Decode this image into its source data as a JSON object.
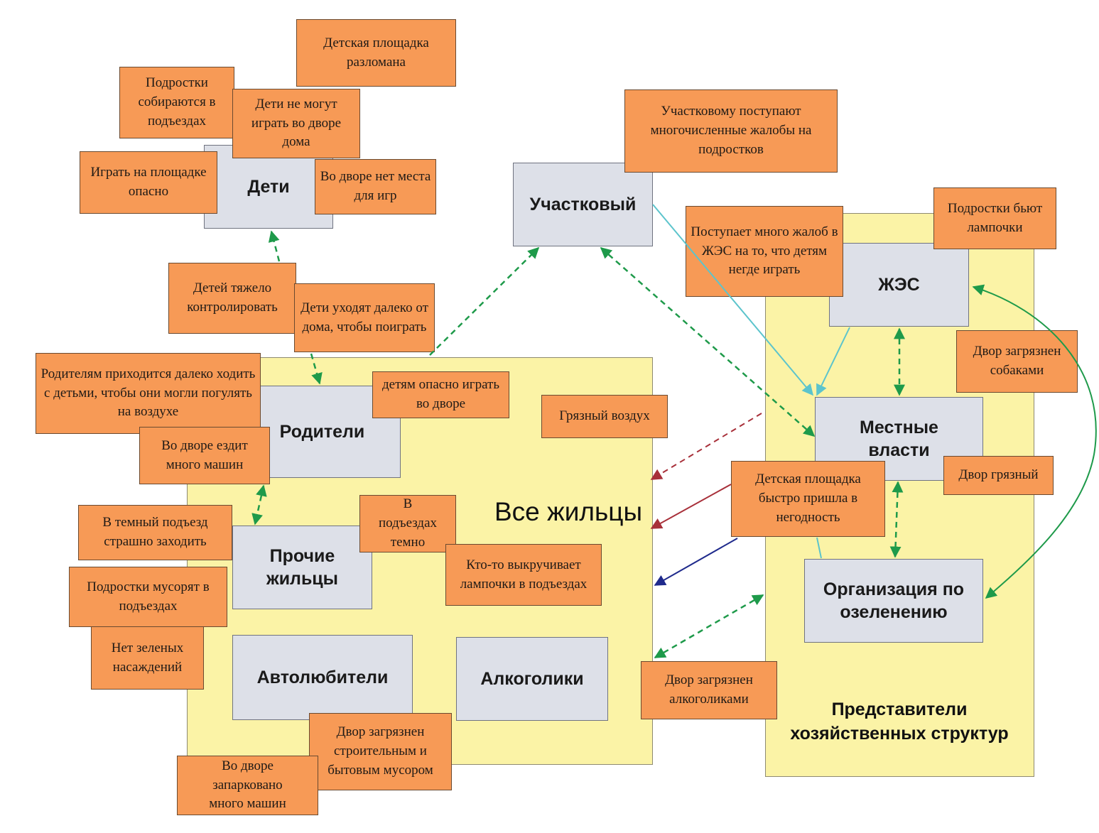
{
  "regions": {
    "all_residents": "Все жильцы",
    "economic_structures": "Представители хозяйственных структур"
  },
  "actors": {
    "children": "Дети",
    "parents": "Родители",
    "other_residents": "Прочие жильцы",
    "car_owners": "Автолюбители",
    "alcoholics": "Алкоголики",
    "district_officer": "Участковый",
    "housing_office": "ЖЭС",
    "local_authorities": "Местные власти",
    "greening_org": "Организация по озеленению"
  },
  "issues": {
    "playground_broken": "Детская площадка разломана",
    "teens_gather_entrances": "Подростки собираются в подъездах",
    "kids_cannot_play": "Дети не могут играть во дворе дома",
    "playground_dangerous": "Играть на площадке опасно",
    "no_play_space": "Во дворе нет места для игр",
    "officer_complaints": "Участковому поступают многочисленные жалобы на подростков",
    "hard_to_control": "Детей тяжело контролировать",
    "kids_go_far": "Дети уходят далеко от дома, чтобы поиграть",
    "parents_walk_far": "Родителям приходится далеко ходить с детьми, чтобы они могли погулять на воздухе",
    "dangerous_yard": "детям опасно играть во дворе",
    "dirty_air": "Грязный воздух",
    "many_cars_drive": "Во дворе  ездит много машин",
    "dark_entrance_scary": "В темный подъезд страшно заходить",
    "dark_entrances": "В подъездах темно",
    "bulbs_unscrewed": "Кто-то выкручивает лампочки в подъездах",
    "teens_litter": "Подростки мусорят в подъездах",
    "no_greenery": "Нет зеленых насаждений",
    "construction_waste": "Двор загрязнен строительным и бытовым мусором",
    "many_cars_parked": "Во дворе запарковано много машин",
    "alcoholics_dirty": "Двор загрязнен алкоголиками",
    "housing_complaints": "Поступает много жалоб в ЖЭС на то, что детям негде играть",
    "teens_break_bulbs": "Подростки бьют лампочки",
    "dogs_dirty": "Двор загрязнен собаками",
    "yard_dirty": "Двор грязный",
    "playground_decayed": "Детская площадка быстро пришла в негодность"
  },
  "colors": {
    "region_fill": "#fbf3a6",
    "actor_fill": "#dde0e8",
    "issue_fill": "#f79a56",
    "green_link": "#1e9a4a",
    "teal_link": "#5cc4cc",
    "red_link": "#a8303a",
    "blue_link": "#1f2a8c"
  }
}
